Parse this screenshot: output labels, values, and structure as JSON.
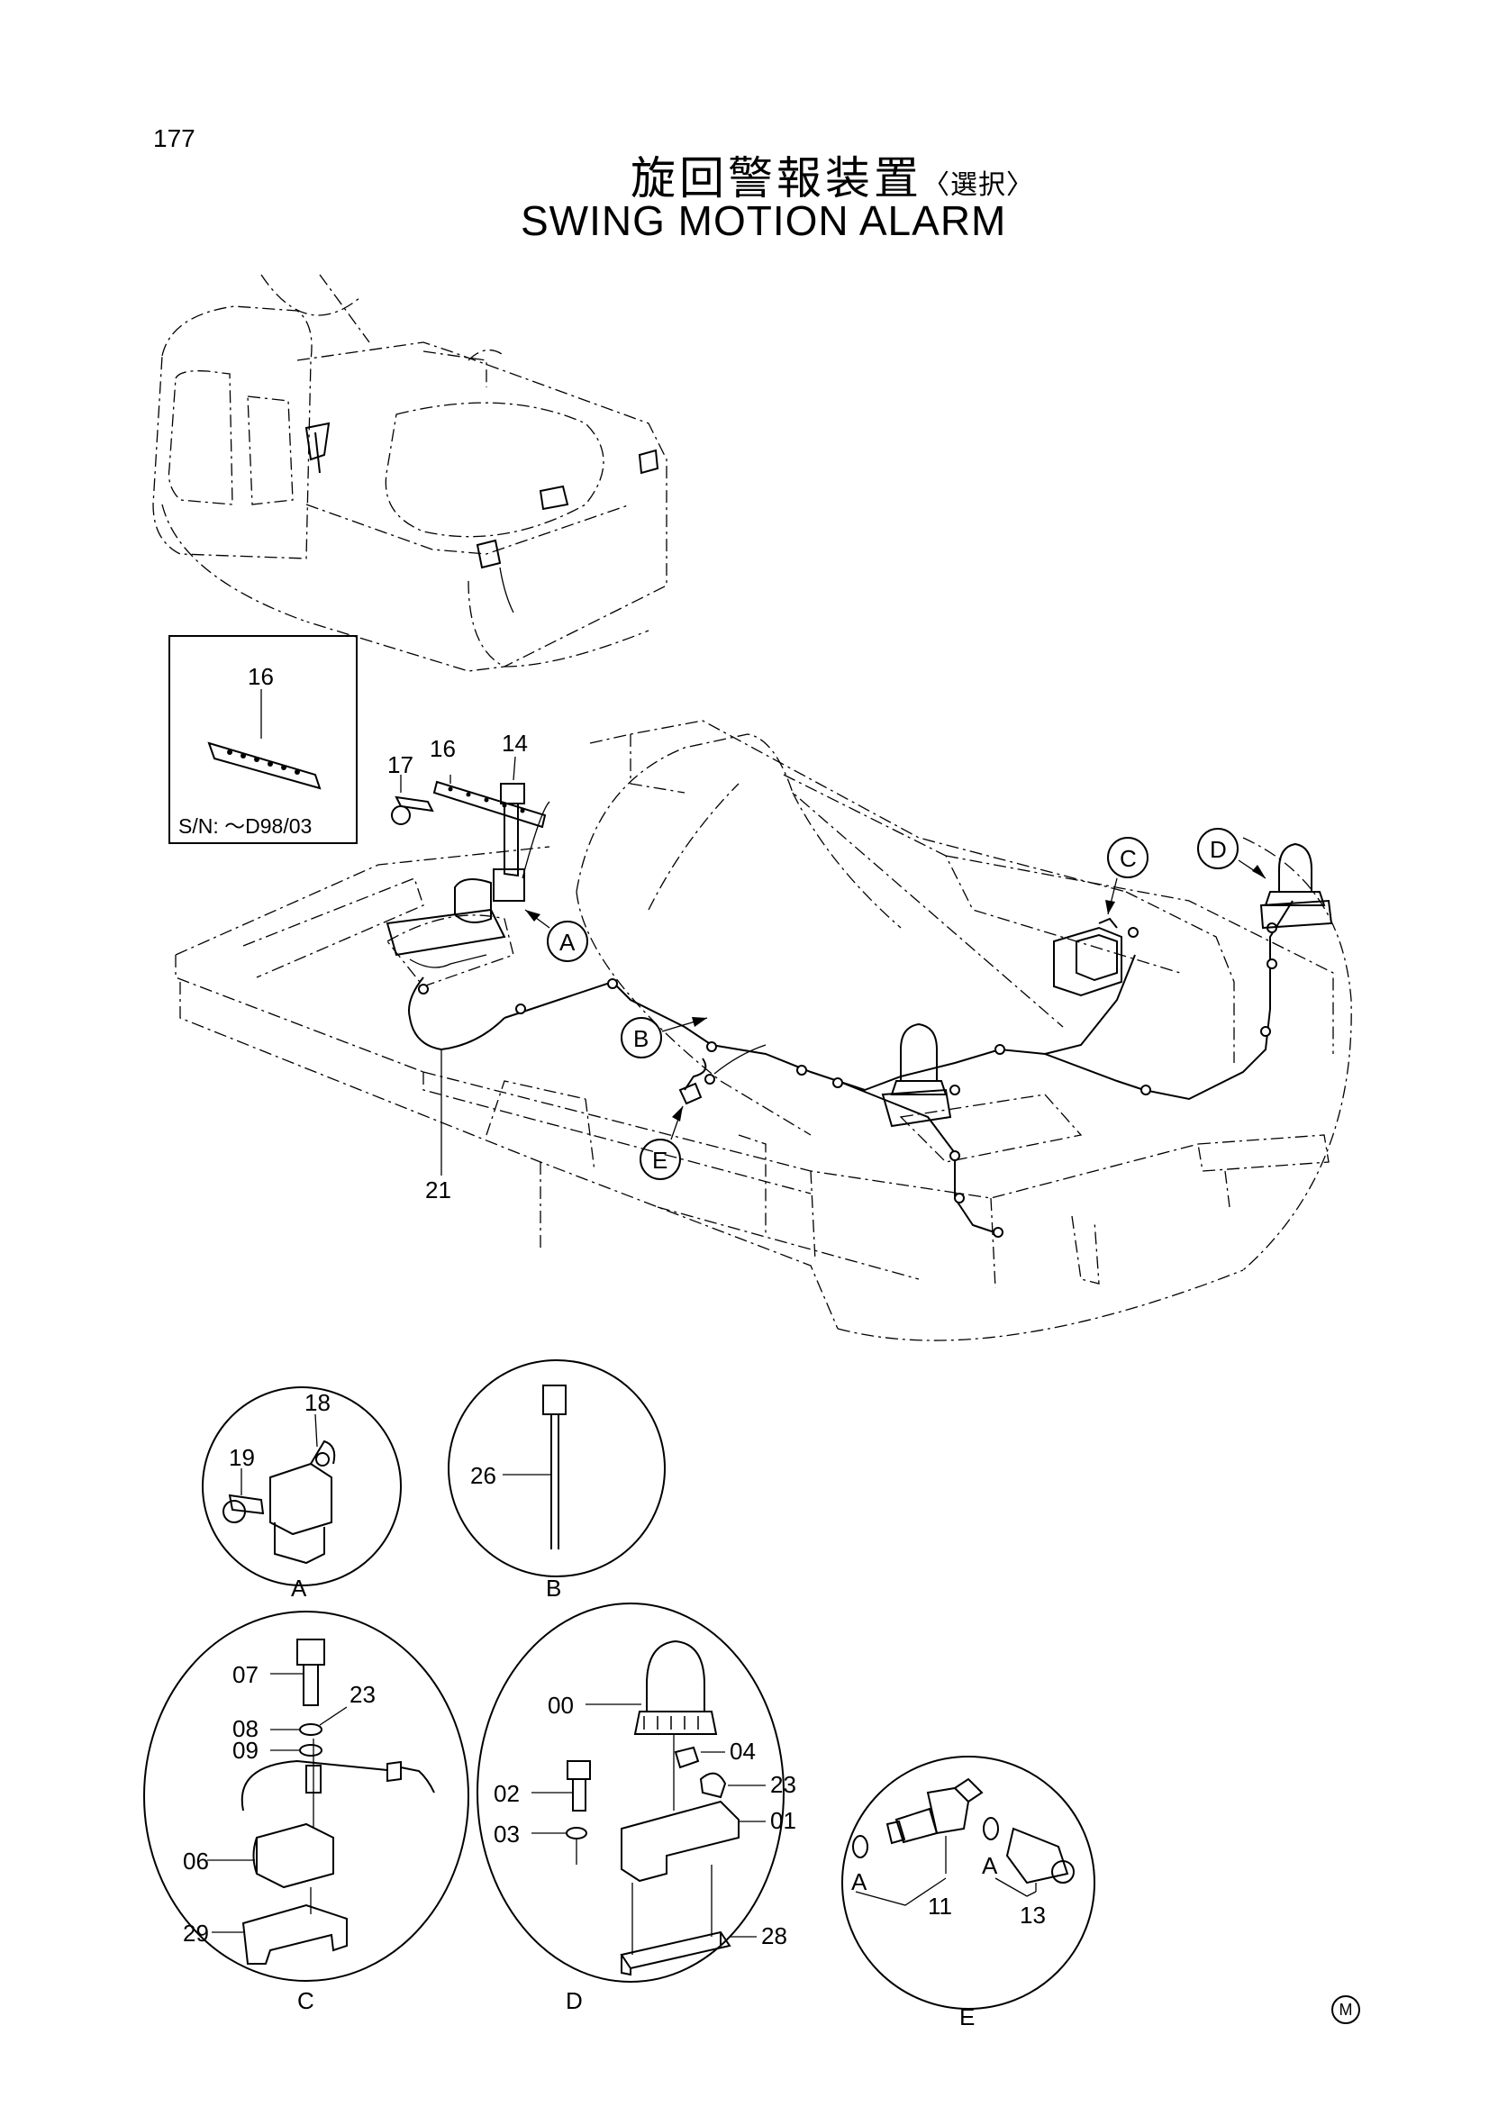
{
  "page_number": "177",
  "title_jp": "旋回警報装置",
  "title_jp_sub": "〈選択〉",
  "title_en": "SWING MOTION ALARM",
  "inset_sn": "S/N: ～D98/03",
  "corner_mark": "M",
  "callouts": {
    "a": "A",
    "b": "B",
    "c": "C",
    "d": "D",
    "e": "E"
  },
  "parts": {
    "p16_inset": "16",
    "p16": "16",
    "p14": "14",
    "p17": "17",
    "p21": "21",
    "p18": "18",
    "p19": "19",
    "p26": "26",
    "p07": "07",
    "p08": "08",
    "p09": "09",
    "p23c": "23",
    "p06": "06",
    "p29": "29",
    "p00": "00",
    "p04": "04",
    "p02": "02",
    "p23d": "23",
    "p03": "03",
    "p01": "01",
    "p28": "28",
    "p11": "11",
    "p13": "13",
    "pa1": "A",
    "pa2": "A"
  },
  "detail_labels": {
    "a": "A",
    "b": "B",
    "c": "C",
    "d": "D",
    "e": "E"
  }
}
